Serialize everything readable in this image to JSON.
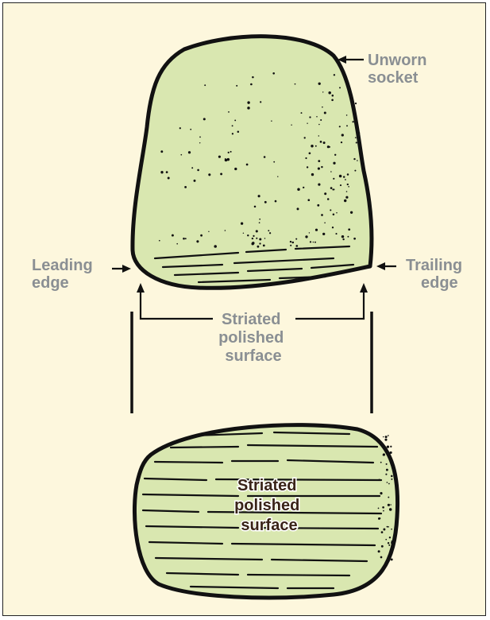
{
  "labels": {
    "unworn_socket": [
      "Unworn",
      "socket"
    ],
    "leading_edge": [
      "Leading",
      "edge"
    ],
    "trailing_edge": [
      "Trailing",
      "edge"
    ],
    "striated_top": [
      "Striated",
      "polished",
      "surface"
    ],
    "striated_bottom": [
      "Striated",
      "polished",
      "surface"
    ]
  },
  "colors": {
    "background": "#fdf7dd",
    "stone_fill": "#d9e7b0",
    "outline": "#111111",
    "label_gray": "#8a8f93",
    "label_dark": "#3a2418"
  }
}
